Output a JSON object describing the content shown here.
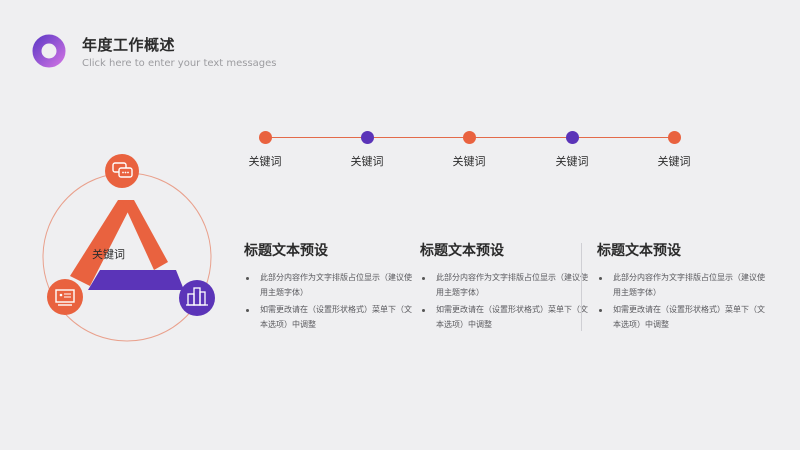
{
  "header": {
    "title": "年度工作概述",
    "subtitle": "Click here to enter your text messages"
  },
  "colors": {
    "orange": "#e9623f",
    "purple": "#5b34b8",
    "background": "#efeff1"
  },
  "timeline": {
    "items": [
      {
        "label": "关键词",
        "color": "orange"
      },
      {
        "label": "关键词",
        "color": "purple"
      },
      {
        "label": "关键词",
        "color": "orange"
      },
      {
        "label": "关键词",
        "color": "purple"
      },
      {
        "label": "关键词",
        "color": "orange"
      }
    ]
  },
  "diagram": {
    "center_label": "关键词",
    "icons": [
      "chat-icon",
      "presentation-icon",
      "buildings-icon"
    ]
  },
  "columns": [
    {
      "title": "标题文本预设",
      "bullets": [
        "此部分内容作为文字排版占位显示（建议使用主题字体）",
        "如需更改请在（设置形状格式）菜单下（文本选项）中调整"
      ]
    },
    {
      "title": "标题文本预设",
      "bullets": [
        "此部分内容作为文字排版占位显示（建议使用主题字体）",
        "如需更改请在（设置形状格式）菜单下（文本选项）中调整"
      ]
    },
    {
      "title": "标题文本预设",
      "bullets": [
        "此部分内容作为文字排版占位显示（建议使用主题字体）",
        "如需更改请在（设置形状格式）菜单下（文本选项）中调整"
      ]
    }
  ]
}
